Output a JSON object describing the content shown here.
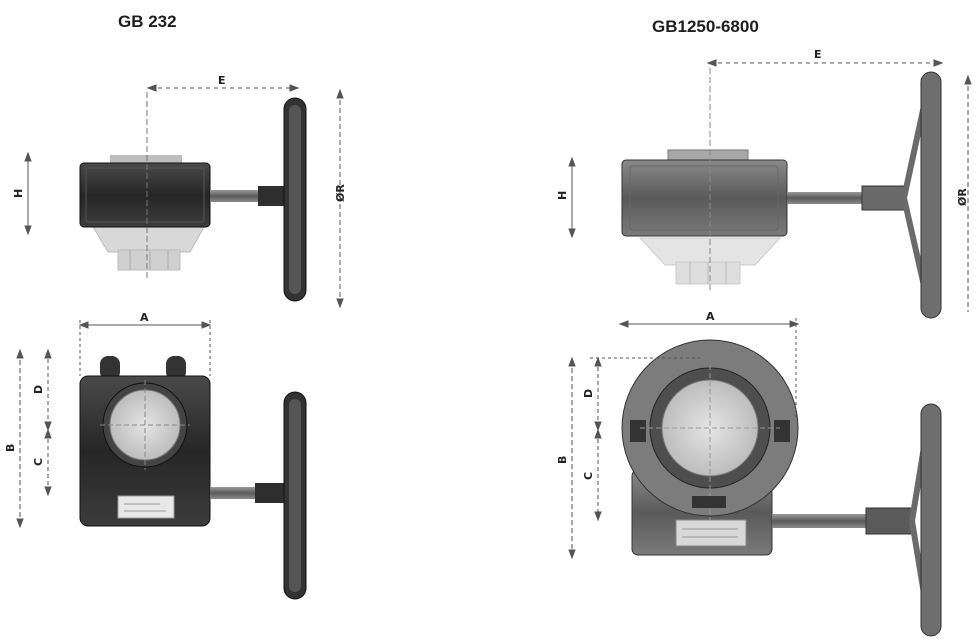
{
  "left_model": {
    "title": "GB 232"
  },
  "right_model": {
    "title": "GB1250-6800"
  },
  "dimension_labels": {
    "A": "A",
    "B": "B",
    "C": "C",
    "D": "D",
    "E": "E",
    "H": "H",
    "OR": "ØR"
  },
  "colors": {
    "body": "#2b2b2b",
    "flange": "#d4d4d4",
    "handwheel": "#3a3a3a",
    "dimension": "#555555"
  }
}
